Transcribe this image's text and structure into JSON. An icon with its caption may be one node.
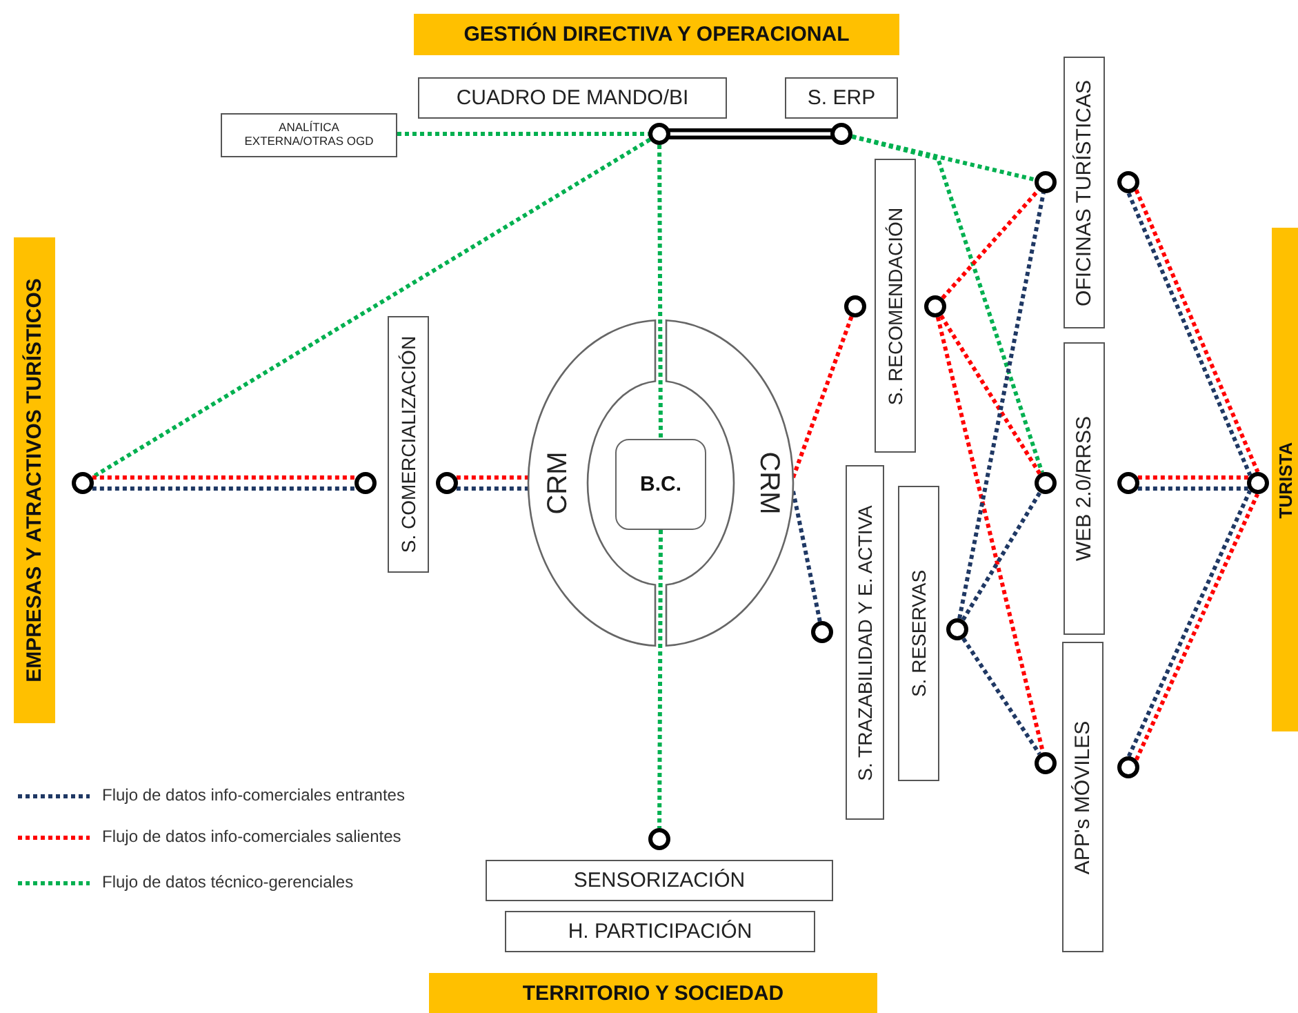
{
  "diagram": {
    "nodes": [
      {
        "text": [
          "GESTIÓN DIRECTIVA Y OPERACIONAL"
        ]
      },
      {
        "text": [
          "CUADRO DE MANDO/BI"
        ]
      },
      {
        "text": [
          "S. ERP"
        ]
      },
      {
        "text": [
          "ANALÍTICA EXTERNA/OTRAS OGD"
        ]
      },
      {
        "text": [
          "EMPRESAS Y ATRACTIVOS TURÍSTICOS"
        ]
      },
      {
        "text": [
          "S. COMERCIALIZACIÓN"
        ]
      },
      {
        "text": [
          "CRM"
        ]
      },
      {
        "text": [
          "CRM"
        ]
      },
      {
        "text": [
          "B.C."
        ]
      },
      {
        "text": [
          "S. RECOMENDACIÓN"
        ]
      },
      {
        "text": [
          "S. TRAZABILIDAD Y E. ACTIVA"
        ]
      },
      {
        "text": [
          "S. RESERVAS"
        ]
      },
      {
        "text": [
          "OFICINAS TURÍSTICAS"
        ]
      },
      {
        "text": [
          "WEB 2.0/RRSS"
        ]
      },
      {
        "text": [
          "APP's MÓVILES"
        ]
      },
      {
        "text": [
          "TURISTA"
        ]
      },
      {
        "text": [
          "SENSORIZACIÓN"
        ]
      },
      {
        "text": [
          "H. PARTICIPACIÓN"
        ]
      },
      {
        "text": [
          "TERRITORIO Y SOCIEDAD"
        ]
      },
      {
        "text": [],
        "shape": "bar"
      },
      {
        "text": [],
        "shape": "circle"
      },
      {
        "text": [],
        "shape": "circle"
      },
      {
        "text": [],
        "shape": "circle"
      },
      {
        "text": [],
        "shape": "circle"
      },
      {
        "text": [],
        "shape": "circle"
      },
      {
        "text": [],
        "shape": "circle"
      },
      {
        "text": [],
        "shape": "circle"
      },
      {
        "text": [],
        "shape": "circle"
      },
      {
        "text": [],
        "shape": "circle"
      },
      {
        "text": [],
        "shape": "circle"
      },
      {
        "text": [],
        "shape": "circle"
      },
      {
        "text": [],
        "shape": "circle"
      },
      {
        "text": [],
        "shape": "circle"
      },
      {
        "text": [],
        "shape": "circle"
      },
      {
        "text": [],
        "shape": "circle"
      }
    ],
    "edges": [
      {
        "from": 3,
        "to": 19,
        "arrow": "none",
        "color": "#00b050"
      },
      {
        "from": 19,
        "to": 20,
        "arrow": "none",
        "color": "#00b050"
      },
      {
        "from": 19,
        "to": 8,
        "arrow": "none",
        "color": "#00b050"
      },
      {
        "from": 8,
        "to": 34,
        "arrow": "none",
        "color": "#00b050"
      },
      {
        "from": 19,
        "to": 27,
        "arrow": "none",
        "color": "#00b050"
      },
      {
        "from": 19,
        "to": 28,
        "arrow": "none",
        "color": "#00b050"
      },
      {
        "from": 20,
        "to": 21,
        "arrow": "none",
        "color": "#ff0000"
      },
      {
        "from": 20,
        "to": 21,
        "arrow": "none",
        "color": "#1f3864"
      },
      {
        "from": 22,
        "to": 6,
        "arrow": "none",
        "color": "#ff0000"
      },
      {
        "from": 22,
        "to": 6,
        "arrow": "none",
        "color": "#1f3864"
      },
      {
        "from": 7,
        "to": 23,
        "arrow": "none",
        "color": "#ff0000"
      },
      {
        "from": 7,
        "to": 24,
        "arrow": "none",
        "color": "#1f3864"
      },
      {
        "from": 25,
        "to": 27,
        "arrow": "none",
        "color": "#ff0000"
      },
      {
        "from": 25,
        "to": 28,
        "arrow": "none",
        "color": "#ff0000"
      },
      {
        "from": 25,
        "to": 29,
        "arrow": "none",
        "color": "#ff0000"
      },
      {
        "from": 26,
        "to": 27,
        "arrow": "none",
        "color": "#1f3864"
      },
      {
        "from": 26,
        "to": 28,
        "arrow": "none",
        "color": "#1f3864"
      },
      {
        "from": 26,
        "to": 29,
        "arrow": "none",
        "color": "#1f3864"
      },
      {
        "from": 30,
        "to": 33,
        "arrow": "none",
        "color": "#ff0000"
      },
      {
        "from": 30,
        "to": 33,
        "arrow": "none",
        "color": "#1f3864"
      },
      {
        "from": 31,
        "to": 33,
        "arrow": "none",
        "color": "#ff0000"
      },
      {
        "from": 31,
        "to": 33,
        "arrow": "none",
        "color": "#1f3864"
      },
      {
        "from": 32,
        "to": 33,
        "arrow": "none",
        "color": "#1f3864"
      },
      {
        "from": 32,
        "to": 33,
        "arrow": "none",
        "color": "#ff0000"
      }
    ],
    "legend": [
      {
        "text": "Flujo de datos info-comerciales entrantes"
      },
      {
        "text": "Flujo de datos info-comerciales salientes"
      },
      {
        "text": "Flujo de datos técnico-gerenciales"
      }
    ]
  }
}
